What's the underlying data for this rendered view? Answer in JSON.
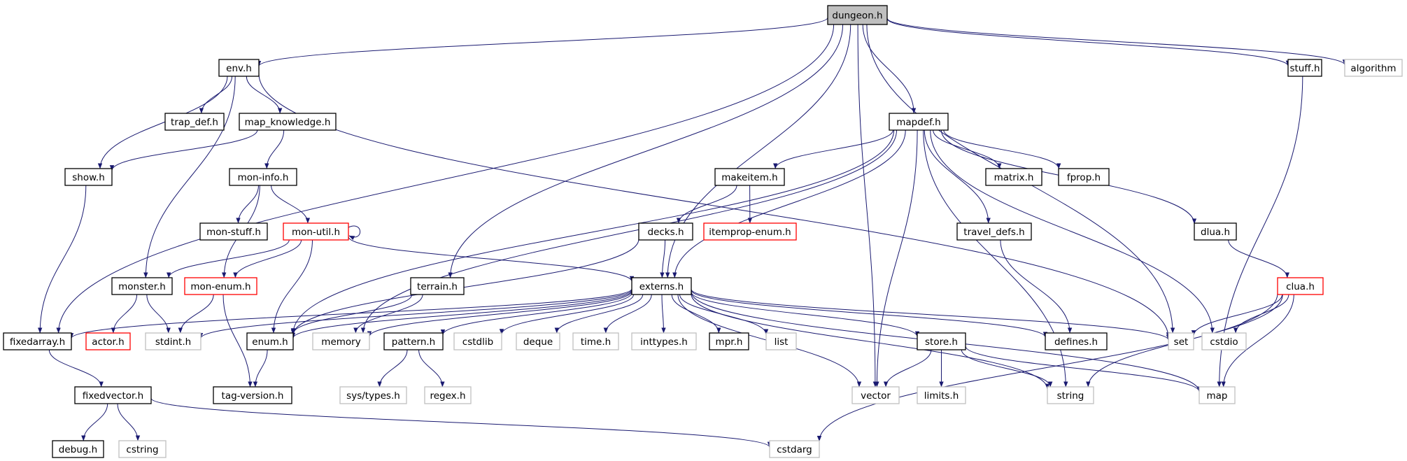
{
  "colors": {
    "edge": "#191970",
    "box_normal": "#000000",
    "box_truncated": "#ff0000",
    "box_external": "#bfbfbf",
    "fill_root": "#bfbfbf",
    "fill_default": "#ffffff",
    "text_normal": "#000000",
    "text_external": "#000000"
  },
  "nodes": [
    {
      "id": "dungeon",
      "label": "dungeon.h",
      "kind": "root"
    },
    {
      "id": "env",
      "label": "env.h",
      "kind": "normal"
    },
    {
      "id": "stuff",
      "label": "stuff.h",
      "kind": "normal"
    },
    {
      "id": "algorithm",
      "label": "algorithm",
      "kind": "external"
    },
    {
      "id": "trap_def",
      "label": "trap_def.h",
      "kind": "normal"
    },
    {
      "id": "map_knowledge",
      "label": "map_knowledge.h",
      "kind": "normal"
    },
    {
      "id": "mapdef",
      "label": "mapdef.h",
      "kind": "normal"
    },
    {
      "id": "show",
      "label": "show.h",
      "kind": "normal"
    },
    {
      "id": "mon_info",
      "label": "mon-info.h",
      "kind": "normal"
    },
    {
      "id": "makeitem",
      "label": "makeitem.h",
      "kind": "normal"
    },
    {
      "id": "matrix",
      "label": "matrix.h",
      "kind": "normal"
    },
    {
      "id": "fprop",
      "label": "fprop.h",
      "kind": "normal"
    },
    {
      "id": "mon_stuff",
      "label": "mon-stuff.h",
      "kind": "normal"
    },
    {
      "id": "mon_util",
      "label": "mon-util.h",
      "kind": "truncated"
    },
    {
      "id": "decks",
      "label": "decks.h",
      "kind": "normal"
    },
    {
      "id": "itemprop_enum",
      "label": "itemprop-enum.h",
      "kind": "truncated"
    },
    {
      "id": "travel_defs",
      "label": "travel_defs.h",
      "kind": "normal"
    },
    {
      "id": "dlua",
      "label": "dlua.h",
      "kind": "normal"
    },
    {
      "id": "monster",
      "label": "monster.h",
      "kind": "normal"
    },
    {
      "id": "mon_enum",
      "label": "mon-enum.h",
      "kind": "truncated"
    },
    {
      "id": "terrain",
      "label": "terrain.h",
      "kind": "normal"
    },
    {
      "id": "externs",
      "label": "externs.h",
      "kind": "normal"
    },
    {
      "id": "clua",
      "label": "clua.h",
      "kind": "truncated"
    },
    {
      "id": "fixedarray",
      "label": "fixedarray.h",
      "kind": "normal"
    },
    {
      "id": "actor",
      "label": "actor.h",
      "kind": "truncated"
    },
    {
      "id": "stdint",
      "label": "stdint.h",
      "kind": "external"
    },
    {
      "id": "enum",
      "label": "enum.h",
      "kind": "normal"
    },
    {
      "id": "memory",
      "label": "memory",
      "kind": "external"
    },
    {
      "id": "pattern",
      "label": "pattern.h",
      "kind": "normal"
    },
    {
      "id": "cstdlib",
      "label": "cstdlib",
      "kind": "external"
    },
    {
      "id": "deque",
      "label": "deque",
      "kind": "external"
    },
    {
      "id": "time",
      "label": "time.h",
      "kind": "external"
    },
    {
      "id": "inttypes",
      "label": "inttypes.h",
      "kind": "external"
    },
    {
      "id": "mpr",
      "label": "mpr.h",
      "kind": "normal"
    },
    {
      "id": "list",
      "label": "list",
      "kind": "external"
    },
    {
      "id": "store",
      "label": "store.h",
      "kind": "normal"
    },
    {
      "id": "defines",
      "label": "defines.h",
      "kind": "normal"
    },
    {
      "id": "set",
      "label": "set",
      "kind": "external"
    },
    {
      "id": "cstdio",
      "label": "cstdio",
      "kind": "external"
    },
    {
      "id": "fixedvector",
      "label": "fixedvector.h",
      "kind": "normal"
    },
    {
      "id": "tag_version",
      "label": "tag-version.h",
      "kind": "normal"
    },
    {
      "id": "sys_types",
      "label": "sys/types.h",
      "kind": "external"
    },
    {
      "id": "regex",
      "label": "regex.h",
      "kind": "external"
    },
    {
      "id": "vector",
      "label": "vector",
      "kind": "external"
    },
    {
      "id": "limits",
      "label": "limits.h",
      "kind": "external"
    },
    {
      "id": "string",
      "label": "string",
      "kind": "external"
    },
    {
      "id": "map",
      "label": "map",
      "kind": "external"
    },
    {
      "id": "debug",
      "label": "debug.h",
      "kind": "normal"
    },
    {
      "id": "cstring",
      "label": "cstring",
      "kind": "external"
    },
    {
      "id": "cstdarg",
      "label": "cstdarg",
      "kind": "external"
    }
  ],
  "edges": [
    [
      "dungeon",
      "env"
    ],
    [
      "dungeon",
      "stuff"
    ],
    [
      "dungeon",
      "algorithm"
    ],
    [
      "dungeon",
      "mapdef"
    ],
    [
      "dungeon",
      "fixedarray"
    ],
    [
      "dungeon",
      "terrain"
    ],
    [
      "dungeon",
      "externs"
    ],
    [
      "dungeon",
      "vector"
    ],
    [
      "dungeon",
      "set"
    ],
    [
      "env",
      "trap_def"
    ],
    [
      "env",
      "map_knowledge"
    ],
    [
      "env",
      "show"
    ],
    [
      "env",
      "monster"
    ],
    [
      "env",
      "set"
    ],
    [
      "map_knowledge",
      "show"
    ],
    [
      "map_knowledge",
      "mon_info"
    ],
    [
      "show",
      "fixedarray"
    ],
    [
      "mon_info",
      "mon_stuff"
    ],
    [
      "mon_info",
      "mon_util"
    ],
    [
      "mon_info",
      "mon_enum"
    ],
    [
      "mon_util",
      "mon_util"
    ],
    [
      "mon_util",
      "monster"
    ],
    [
      "mon_util",
      "mon_enum"
    ],
    [
      "mon_util",
      "enum"
    ],
    [
      "mon_util",
      "externs"
    ],
    [
      "monster",
      "actor"
    ],
    [
      "monster",
      "stdint"
    ],
    [
      "mon_enum",
      "stdint"
    ],
    [
      "mon_enum",
      "tag_version"
    ],
    [
      "terrain",
      "enum"
    ],
    [
      "terrain",
      "memory"
    ],
    [
      "mapdef",
      "makeitem"
    ],
    [
      "mapdef",
      "matrix"
    ],
    [
      "mapdef",
      "fprop"
    ],
    [
      "mapdef",
      "travel_defs"
    ],
    [
      "mapdef",
      "dlua"
    ],
    [
      "mapdef",
      "externs"
    ],
    [
      "mapdef",
      "enum"
    ],
    [
      "mapdef",
      "memory"
    ],
    [
      "mapdef",
      "vector"
    ],
    [
      "mapdef",
      "string"
    ],
    [
      "mapdef",
      "cstdio"
    ],
    [
      "makeitem",
      "decks"
    ],
    [
      "makeitem",
      "itemprop_enum"
    ],
    [
      "decks",
      "externs"
    ],
    [
      "decks",
      "enum"
    ],
    [
      "travel_defs",
      "defines"
    ],
    [
      "dlua",
      "clua"
    ],
    [
      "clua",
      "set"
    ],
    [
      "clua",
      "cstdio"
    ],
    [
      "clua",
      "string"
    ],
    [
      "clua",
      "map"
    ],
    [
      "clua",
      "cstdarg"
    ],
    [
      "stuff",
      "map"
    ],
    [
      "externs",
      "fixedarray"
    ],
    [
      "externs",
      "stdint"
    ],
    [
      "externs",
      "enum"
    ],
    [
      "externs",
      "memory"
    ],
    [
      "externs",
      "pattern"
    ],
    [
      "externs",
      "cstdlib"
    ],
    [
      "externs",
      "deque"
    ],
    [
      "externs",
      "time"
    ],
    [
      "externs",
      "inttypes"
    ],
    [
      "externs",
      "mpr"
    ],
    [
      "externs",
      "list"
    ],
    [
      "externs",
      "store"
    ],
    [
      "externs",
      "defines"
    ],
    [
      "externs",
      "set"
    ],
    [
      "externs",
      "vector"
    ],
    [
      "externs",
      "string"
    ],
    [
      "externs",
      "map"
    ],
    [
      "enum",
      "tag_version"
    ],
    [
      "pattern",
      "sys_types"
    ],
    [
      "pattern",
      "regex"
    ],
    [
      "store",
      "vector"
    ],
    [
      "store",
      "limits"
    ],
    [
      "store",
      "string"
    ],
    [
      "store",
      "map"
    ],
    [
      "fixedarray",
      "fixedvector"
    ],
    [
      "fixedvector",
      "debug"
    ],
    [
      "fixedvector",
      "cstring"
    ],
    [
      "fixedvector",
      "cstdarg"
    ]
  ]
}
